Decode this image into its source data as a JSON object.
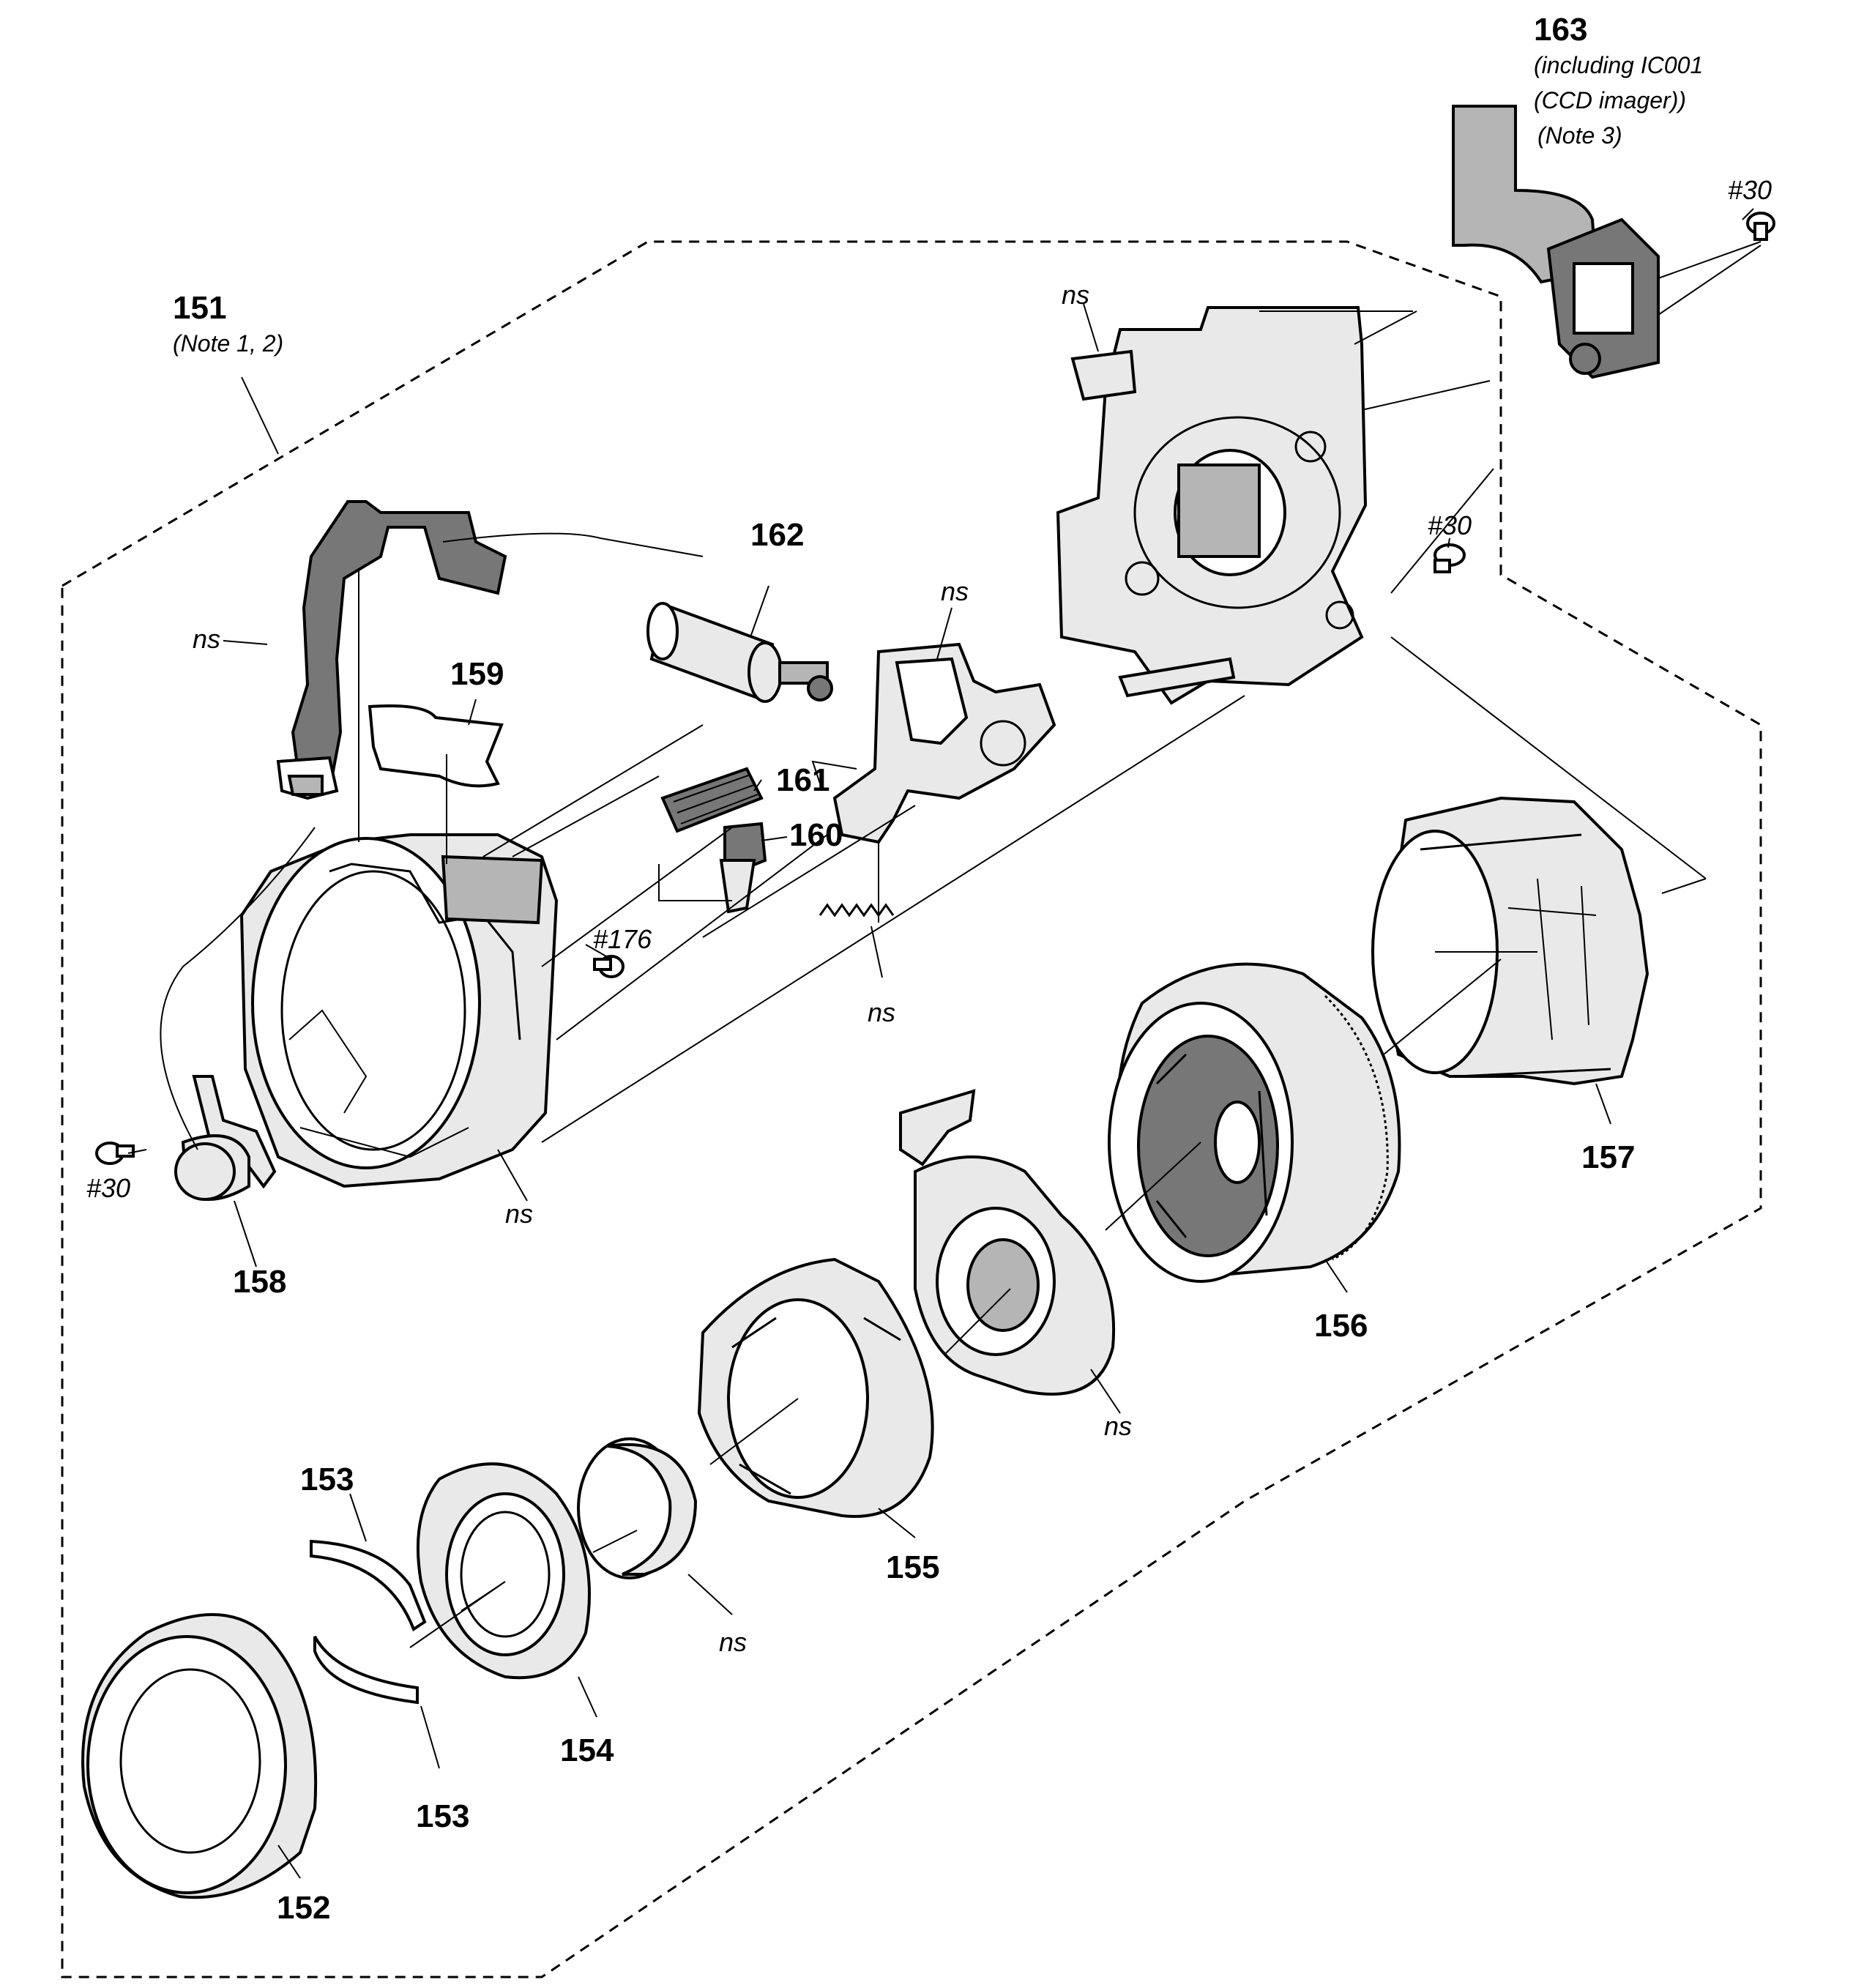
{
  "labels": {
    "p151": "151",
    "p151_note": "(Note 1, 2)",
    "p152": "152",
    "p153a": "153",
    "p153b": "153",
    "p154": "154",
    "p155": "155",
    "p156": "156",
    "p157": "157",
    "p158": "158",
    "p159": "159",
    "p160": "160",
    "p161": "161",
    "p162": "162",
    "p163": "163",
    "p163_note1": "(including IC001",
    "p163_note2": "(CCD imager))",
    "p163_note3": "(Note 3)",
    "s30_top": "#30",
    "s30_mid": "#30",
    "s30_left": "#30",
    "s176": "#176",
    "ns_flex": "ns",
    "ns_top": "ns",
    "ns_bracket": "ns",
    "ns_spring": "ns",
    "ns_body": "ns",
    "ns_cam": "ns",
    "ns_lens": "ns"
  }
}
